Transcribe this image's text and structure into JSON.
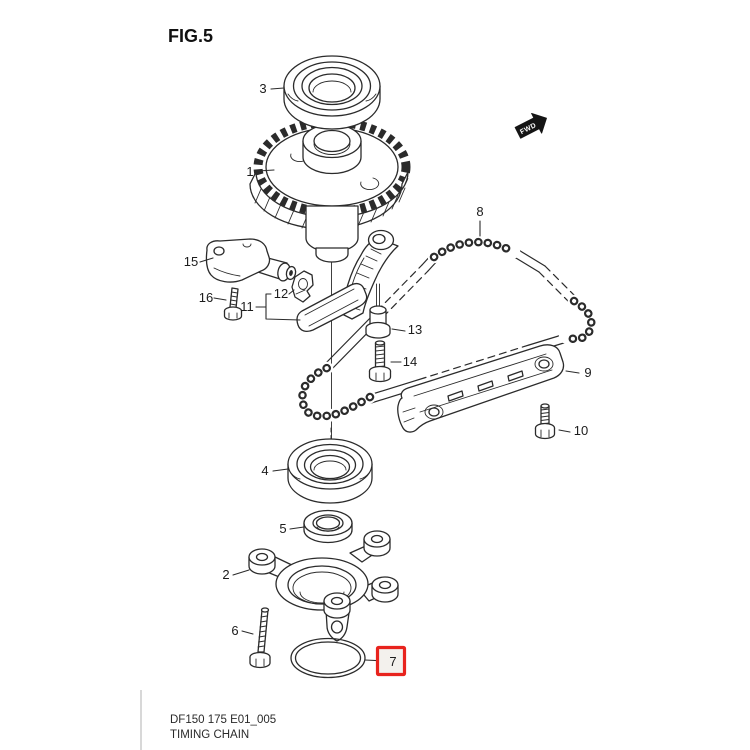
{
  "figure": {
    "title": "FIG.5"
  },
  "direction_badge": {
    "label": "FWD"
  },
  "callouts": {
    "1": "1",
    "2": "2",
    "3": "3",
    "4": "4",
    "5": "5",
    "6": "6",
    "7": "7",
    "8": "8",
    "9": "9",
    "10": "10",
    "11": "11",
    "12": "12",
    "13": "13",
    "14": "14",
    "15": "15",
    "16": "16"
  },
  "highlight": {
    "selected_part": "7",
    "box_color": "#e8231d"
  },
  "footer": {
    "doc_code": "DF150 175 E01_005",
    "section_title": "TIMING CHAIN"
  },
  "colors": {
    "line": "#2b2b2b",
    "background": "#ffffff"
  }
}
